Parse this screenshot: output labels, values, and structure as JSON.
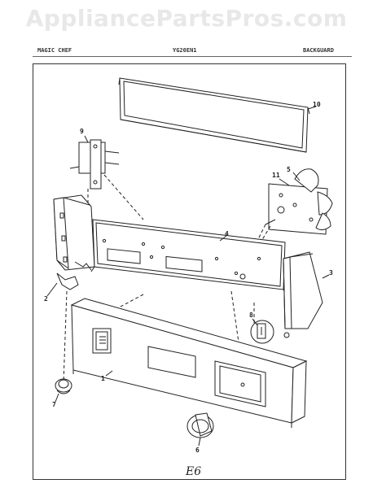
{
  "watermark": "AppliancePartsPros.com",
  "header": {
    "brand": "MAGIC CHEF",
    "model": "YG20EN1",
    "section": "BACKGUARD"
  },
  "callouts": {
    "c1": "1",
    "c2": "2",
    "c3": "3",
    "c4": "4",
    "c5": "5",
    "c6": "6",
    "c7": "7",
    "c8": "8",
    "c9": "9",
    "c10": "10",
    "c11": "11"
  },
  "page_code": "E6"
}
